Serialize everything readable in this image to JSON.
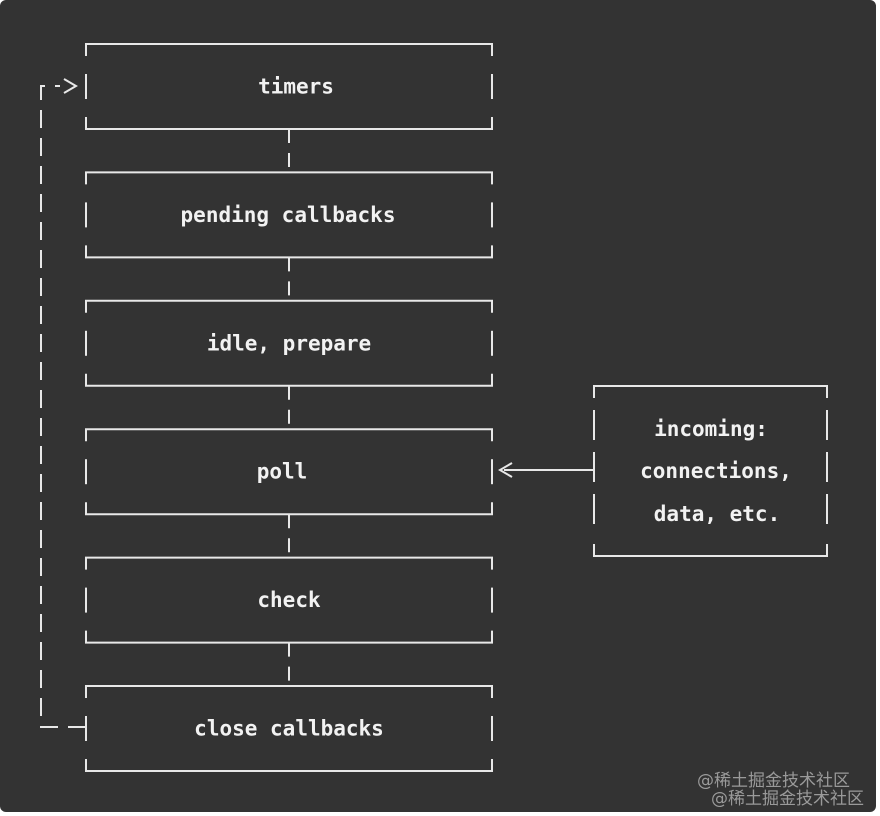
{
  "diagram": {
    "background": "#333333",
    "line_color": "#e8e8e8",
    "text_color": "#f2f2f2",
    "phases": [
      {
        "label": "timers"
      },
      {
        "label": "pending callbacks"
      },
      {
        "label": "idle, prepare"
      },
      {
        "label": "poll"
      },
      {
        "label": "check"
      },
      {
        "label": "close callbacks"
      }
    ],
    "incoming": {
      "lines": [
        "incoming:",
        "connections,",
        "data, etc."
      ]
    }
  },
  "watermark": {
    "text": "@稀土掘金技术社区"
  }
}
